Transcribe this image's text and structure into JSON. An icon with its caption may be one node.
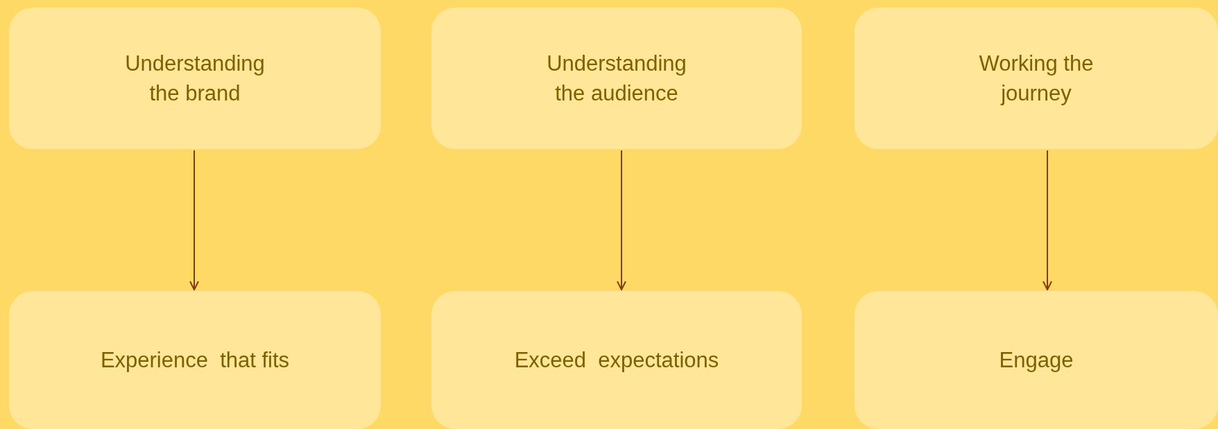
{
  "diagram": {
    "nodes": [
      {
        "text": [
          "Understanding the brand"
        ]
      },
      {
        "text": [
          "Understanding the audience"
        ]
      },
      {
        "text": [
          "Working the journey"
        ]
      },
      {
        "text": [
          "Experience  that fits"
        ]
      },
      {
        "text": [
          "Exceed  expectations"
        ]
      },
      {
        "text": [
          "Engage"
        ]
      }
    ],
    "edges": [
      {
        "from": 0,
        "to": 3,
        "arrow": "to"
      },
      {
        "from": 1,
        "to": 4,
        "arrow": "to"
      },
      {
        "from": 2,
        "to": 5,
        "arrow": "to"
      }
    ]
  }
}
